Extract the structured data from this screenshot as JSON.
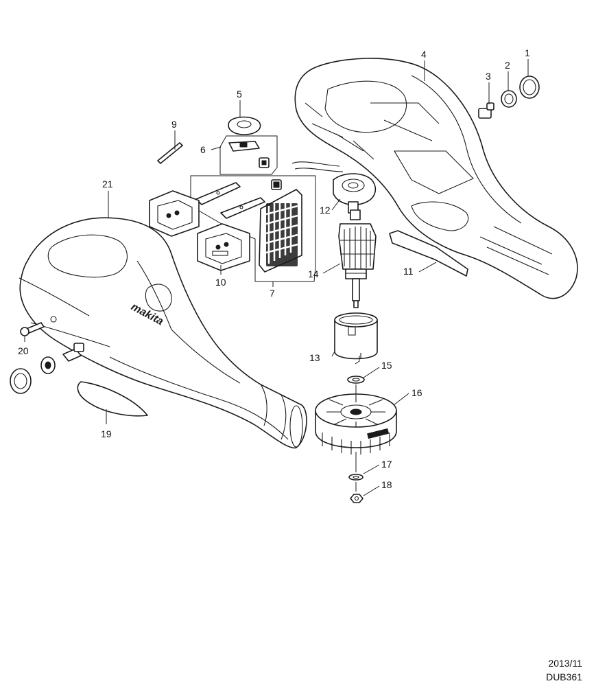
{
  "brand_text": "makita",
  "labels": [
    "1",
    "2",
    "3",
    "4",
    "5",
    "6",
    "7",
    "9",
    "10",
    "11",
    "12",
    "13",
    "14",
    "15",
    "16",
    "17",
    "18",
    "19",
    "20",
    "21"
  ],
  "footer": {
    "date": "2013/11",
    "model": "DUB361"
  }
}
